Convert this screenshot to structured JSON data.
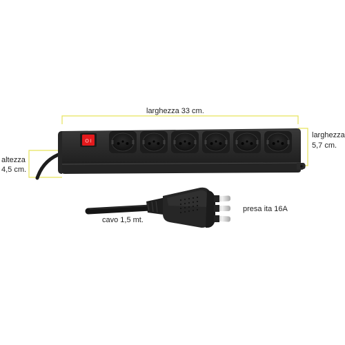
{
  "labels": {
    "width": "larghezza 33 cm.",
    "depth_line1": "larghezza",
    "depth_line2": "5,7 cm.",
    "height_line1": "altezza",
    "height_line2": "4,5 cm.",
    "cable": "cavo 1,5 mt.",
    "plug": "presa ita 16A"
  },
  "product": {
    "socket_count": 6,
    "switch_label": "O I"
  },
  "colors": {
    "dimension_line": "#e6e35a",
    "strip_body": "#2e2e2e",
    "switch": "#e3191c",
    "plug_pins": "#d9d9d9"
  }
}
